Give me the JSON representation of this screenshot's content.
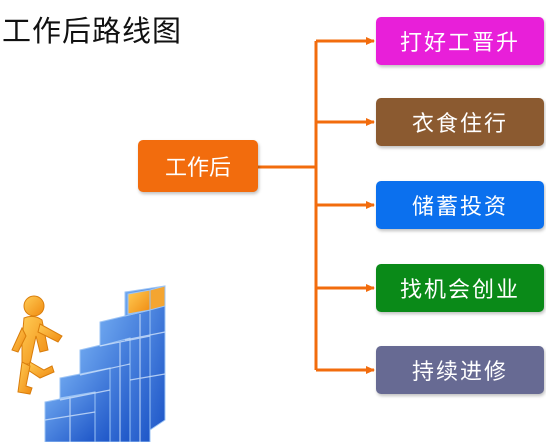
{
  "title": "工作后路线图",
  "root": {
    "label": "工作后",
    "color": "#f26c0d"
  },
  "line_color": "#f26c0d",
  "branches": [
    {
      "label": "打好工晋升",
      "color": "#e81fd9"
    },
    {
      "label": "衣食住行",
      "color": "#8b5a30"
    },
    {
      "label": "储蓄投资",
      "color": "#0b70ee"
    },
    {
      "label": "找机会创业",
      "color": "#0a8a18"
    },
    {
      "label": "持续进修",
      "color": "#676a93"
    }
  ]
}
